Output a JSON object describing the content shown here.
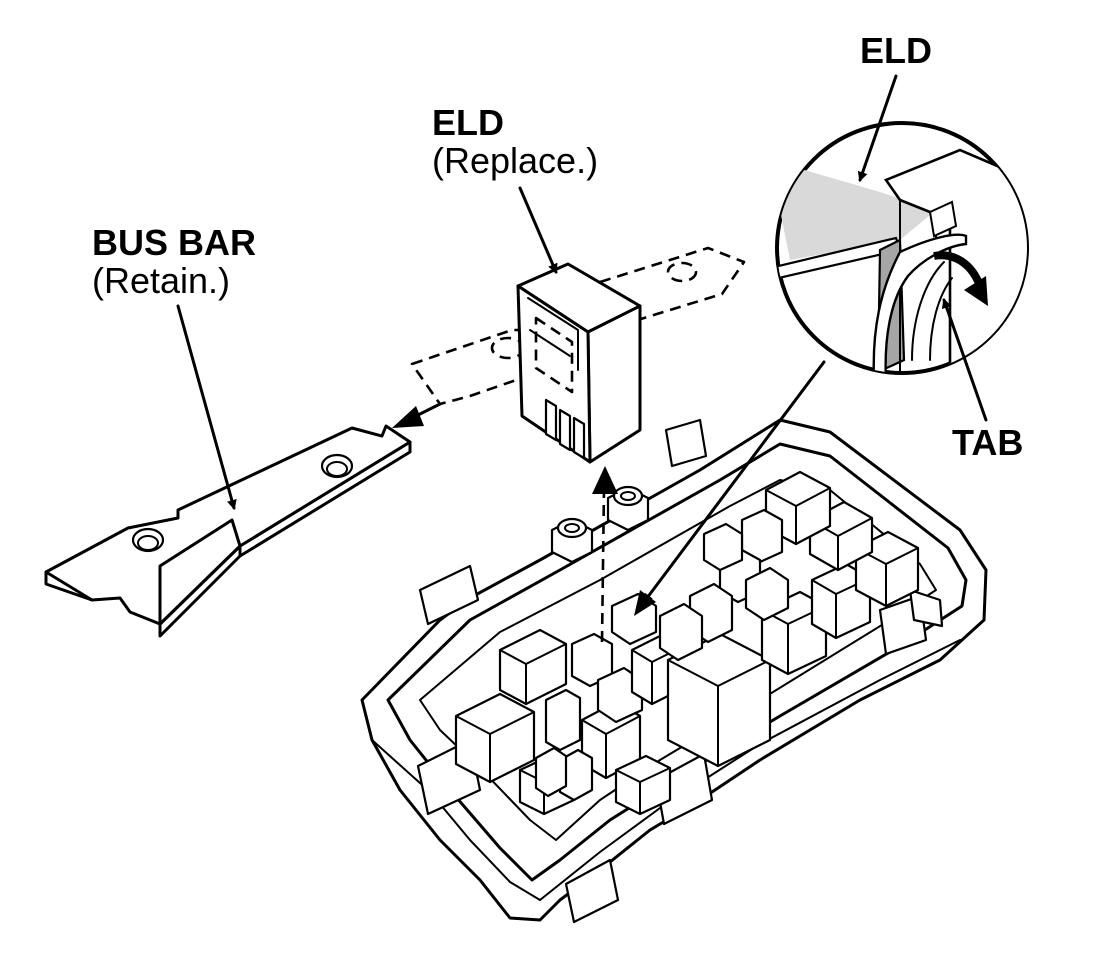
{
  "labels": {
    "eld_part": {
      "name": "ELD",
      "note": "(Replace.)"
    },
    "bus_bar": {
      "name": "BUS BAR",
      "note": "(Retain.)"
    },
    "eld_detail": "ELD",
    "tab": "TAB"
  },
  "colors": {
    "line": "#000000",
    "background": "#ffffff",
    "eld_shade": "#d9d9d9",
    "tab_shade": "#a6a6a6"
  }
}
